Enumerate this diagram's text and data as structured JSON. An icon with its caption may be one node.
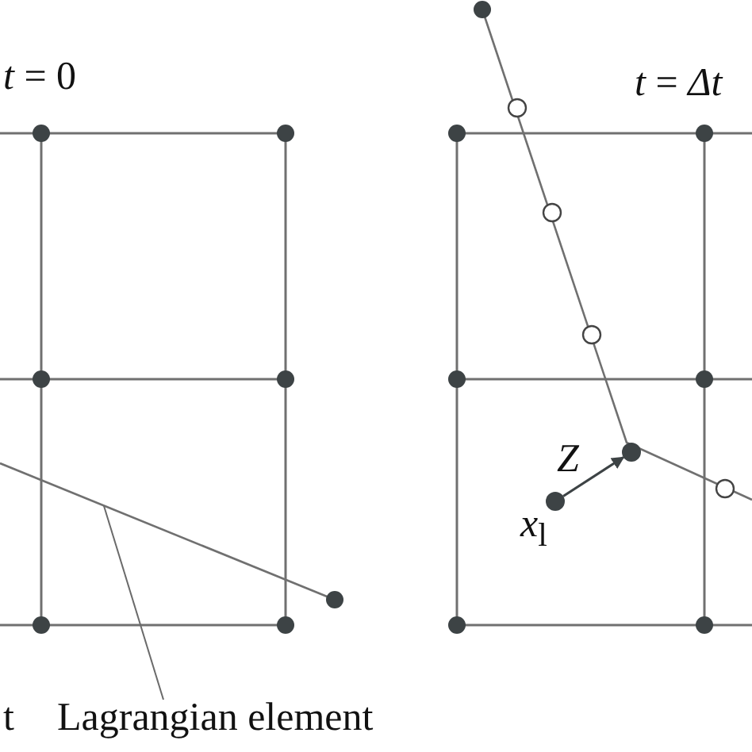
{
  "diagram": {
    "nodes": [
      {
        "text": [
          "Lagrangian element"
        ]
      },
      {
        "text": [],
        "shape": "line"
      },
      {
        "text": [],
        "shape": "circle",
        "beside": [
          "*x*$_{l}$"
        ]
      },
      {
        "text": [],
        "shape": "circle"
      }
    ],
    "edges": [
      {
        "from": 0,
        "to": 1,
        "arrow": "none"
      },
      {
        "from": 2,
        "to": 3,
        "arrow": "to",
        "label": "Z"
      }
    ],
    "labels": [
      "*t* = 0",
      "*t* = *Δt*",
      "t"
    ]
  }
}
